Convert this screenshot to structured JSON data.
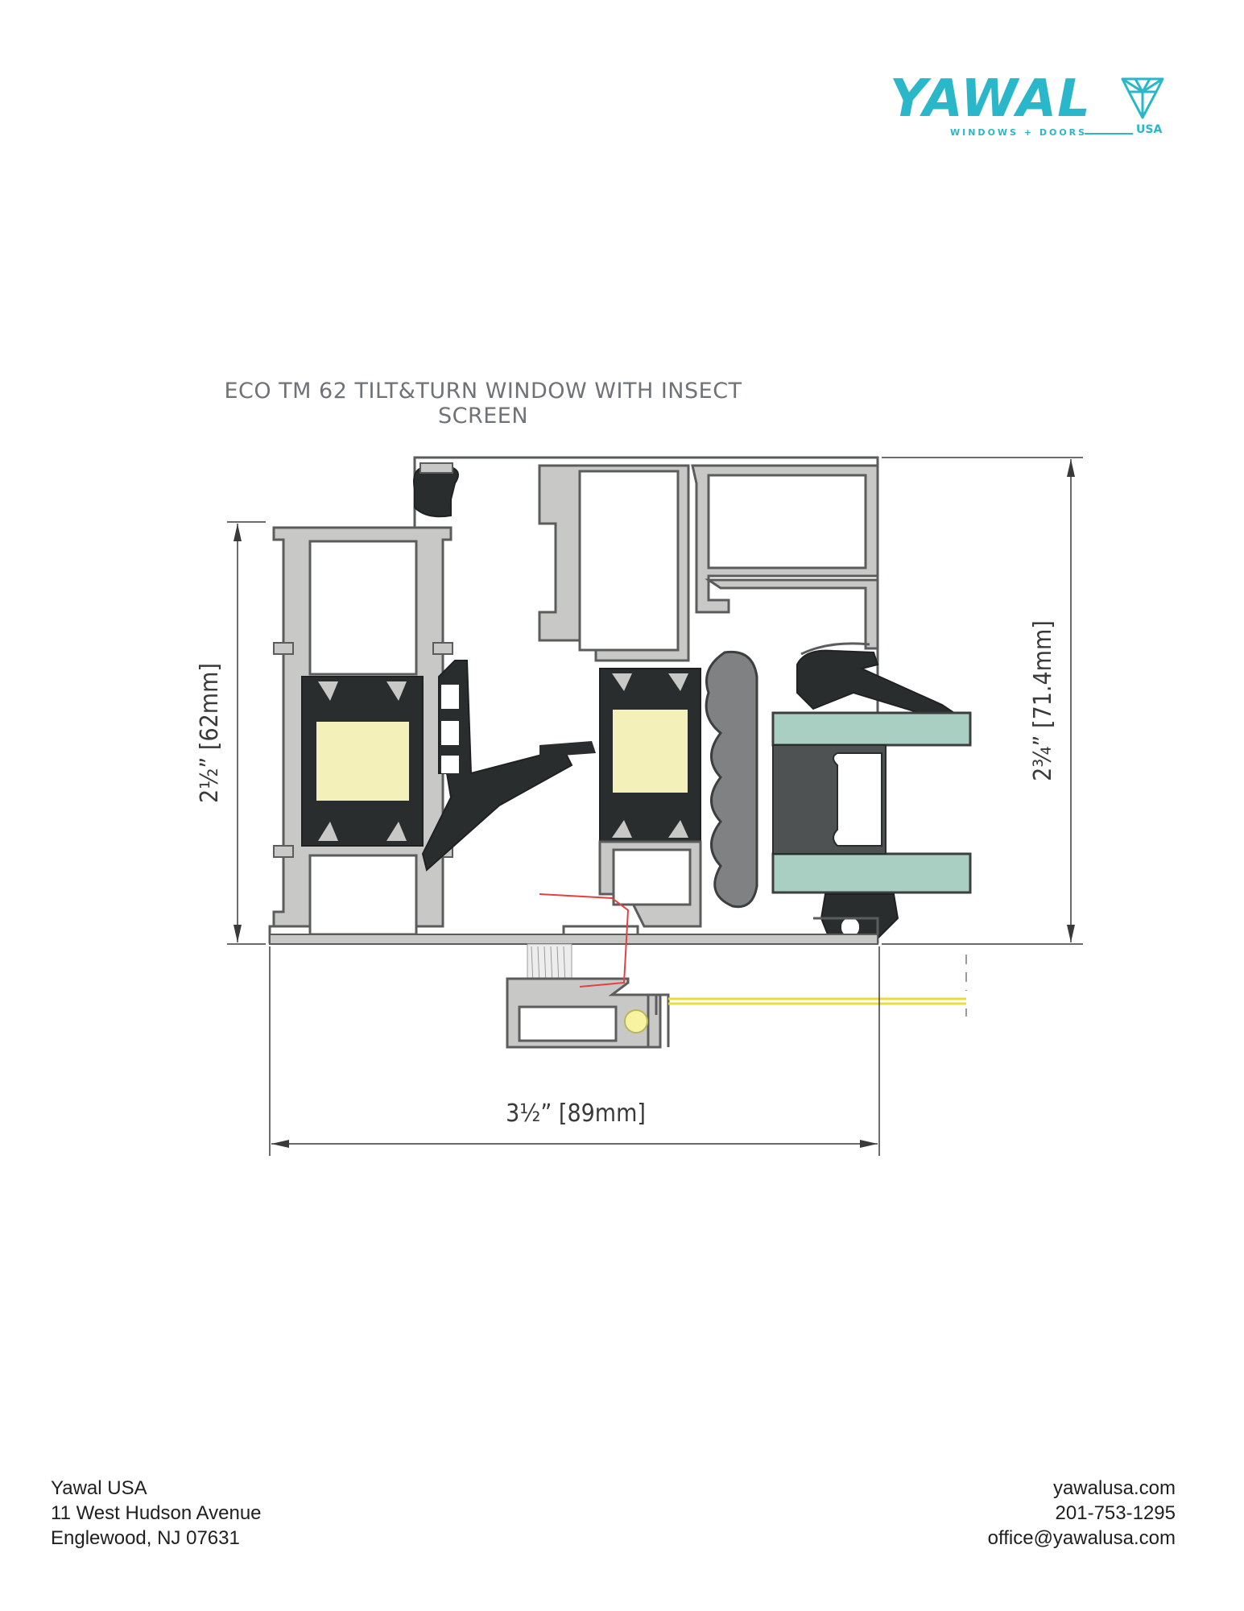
{
  "brand": {
    "wordmark": "YAWAL",
    "tagline": "WINDOWS + DOORS",
    "region": "USA",
    "color": "#2ab7c9"
  },
  "drawing": {
    "title": "ECO TM 62 TILT&TURN WINDOW WITH INSECT SCREEN",
    "dim_sash_height": "2½” [62mm]",
    "dim_frame_height": "2¾” [71.4mm]",
    "dim_frame_depth": "3½” [89mm]",
    "colors": {
      "aluminum": "#c8c9c7",
      "aluminum_stroke": "#5b5d5c",
      "gasket": "#2a2d2e",
      "thermal_break": "#f3f0b9",
      "glass": "#a8cfc1",
      "spacer": "#4f5252",
      "screen_mesh": "#e6df3a",
      "screen_frame_accent": "#e3413f"
    }
  },
  "footer": {
    "company": "Yawal USA",
    "address_line1": "11 West Hudson Avenue",
    "address_line2": "Englewood, NJ 07631",
    "website": "yawalusa.com",
    "phone": "201-753-1295",
    "email": "office@yawalusa.com"
  }
}
